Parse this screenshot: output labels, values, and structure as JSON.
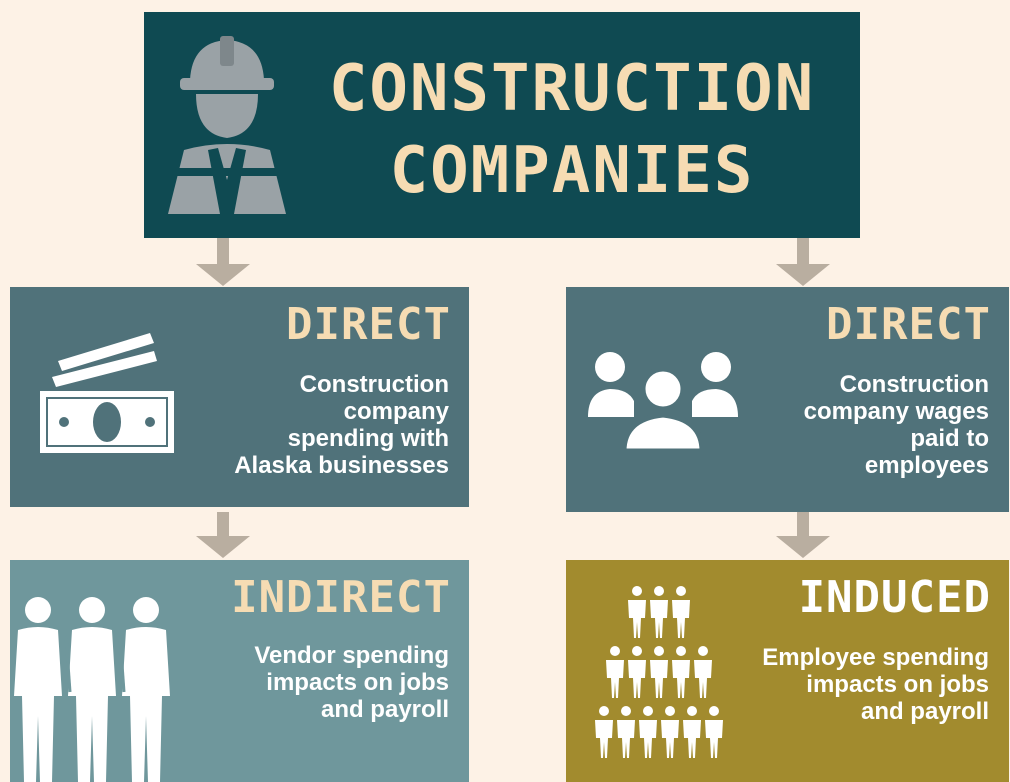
{
  "top": {
    "title_line1": "CONSTRUCTION",
    "title_line2": "COMPANIES"
  },
  "direct_left": {
    "title": "DIRECT",
    "desc_lines": [
      "Construction",
      "company",
      "spending with",
      "Alaska businesses"
    ]
  },
  "direct_right": {
    "title": "DIRECT",
    "desc_lines": [
      "Construction",
      "company wages",
      "paid to",
      "employees"
    ]
  },
  "indirect": {
    "title": "INDIRECT",
    "desc_lines": [
      "Vendor spending",
      "impacts on jobs",
      "and payroll"
    ]
  },
  "induced": {
    "title": "INDUCED",
    "desc_lines": [
      "Employee spending",
      "impacts on jobs",
      "and payroll"
    ]
  },
  "colors": {
    "background": "#fdf2e6",
    "top_box": "#0f4a52",
    "direct_box": "#50727a",
    "indirect_box": "#6f979c",
    "induced_box": "#a28b2e",
    "title_text": "#f6dcb3",
    "arrow": "#b9aea0"
  },
  "icons": {
    "top": "construction-worker-icon",
    "direct_left": "money-bills-icon",
    "direct_right": "people-group-icon",
    "indirect": "three-people-icon",
    "induced": "crowd-pyramid-icon"
  }
}
